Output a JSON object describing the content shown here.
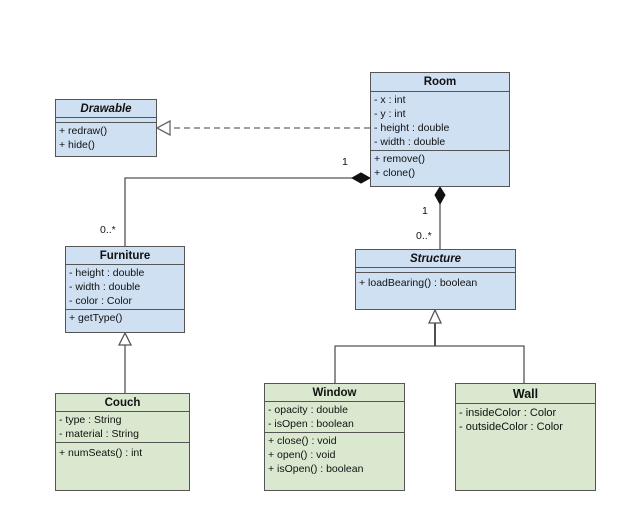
{
  "classes": {
    "drawable": {
      "name": "Drawable",
      "attributes": [],
      "methods": [
        "+ redraw()",
        "+ hide()"
      ]
    },
    "room": {
      "name": "Room",
      "attributes": [
        "- x : int",
        "- y : int",
        "- height : double",
        "- width : double"
      ],
      "methods": [
        "+ remove()",
        "+ clone()"
      ]
    },
    "furniture": {
      "name": "Furniture",
      "attributes": [
        "- height : double",
        "- width : double",
        "- color : Color"
      ],
      "methods": [
        "+ getType()"
      ]
    },
    "structure": {
      "name": "Structure",
      "methods": [
        "+ loadBearing() : boolean"
      ]
    },
    "couch": {
      "name": "Couch",
      "attributes": [
        "- type : String",
        "- material : String"
      ],
      "methods": [
        "+ numSeats() : int"
      ]
    },
    "window": {
      "name": "Window",
      "attributes": [
        "- opacity : double",
        "- isOpen : boolean"
      ],
      "methods": [
        "+ close() : void",
        "+ open() : void",
        "+ isOpen() : boolean"
      ]
    },
    "wall": {
      "name": "Wall",
      "attributes": [
        "- insideColor : Color",
        "- outsideColor : Color"
      ]
    }
  },
  "multiplicities": {
    "room_furniture_room": "1",
    "room_furniture_furniture": "0..*",
    "room_structure_room": "1",
    "room_structure_structure": "0..*"
  },
  "colors": {
    "interface_fill": "#cfe0f2",
    "concrete_fill": "#d9e8cf",
    "line": "#555555"
  }
}
